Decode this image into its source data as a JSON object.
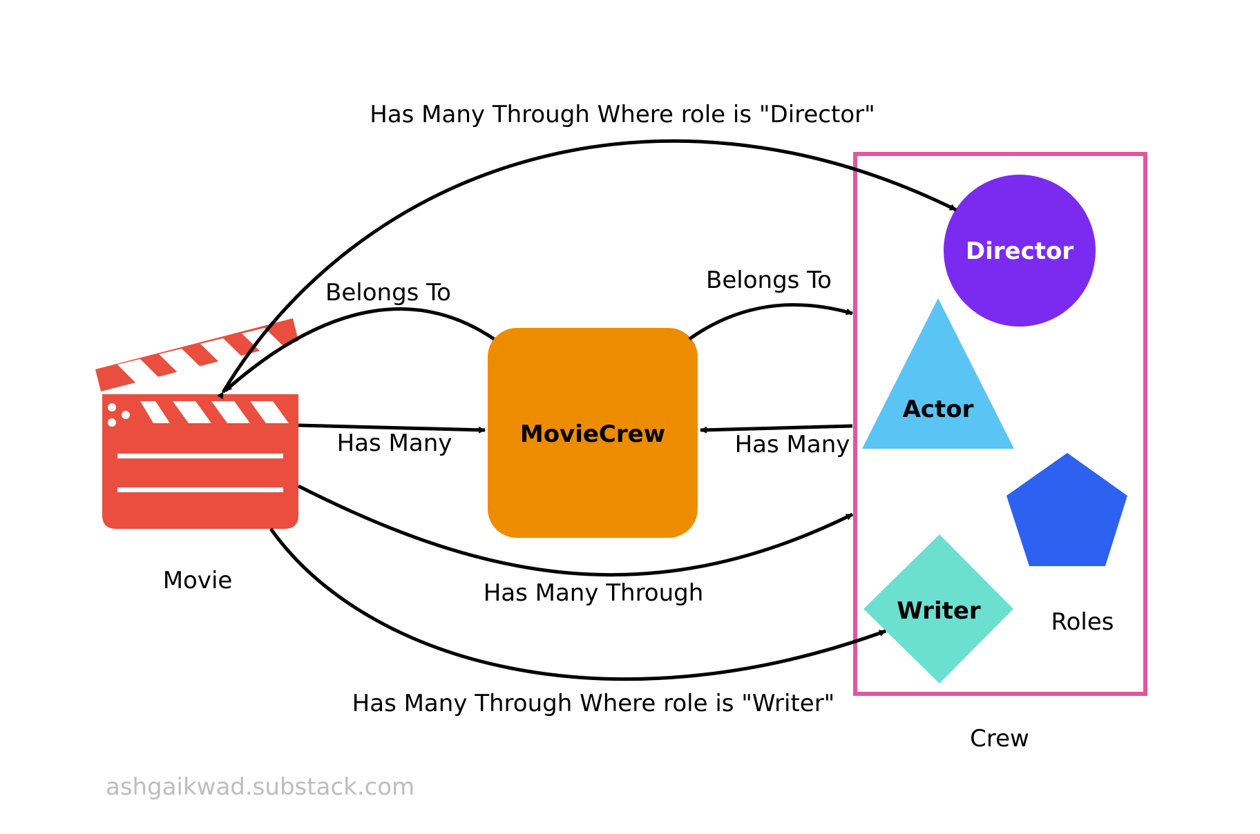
{
  "colors": {
    "movie": "#E94E3F",
    "moviecrew": "#EE8C00",
    "crew_border": "#E3569E",
    "director": "#7B2BF0",
    "actor": "#5AC4F4",
    "roles": "#2D62F1",
    "writer": "#6CE0D0",
    "watermark": "#BDBDBD",
    "edge": "#000000"
  },
  "nodes": {
    "movie": {
      "label": "Movie",
      "icon": "clapperboard-icon"
    },
    "moviecrew": {
      "label": "MovieCrew"
    },
    "crew": {
      "label": "Crew"
    },
    "director": {
      "label": "Director"
    },
    "actor": {
      "label": "Actor"
    },
    "roles": {
      "label": "Roles"
    },
    "writer": {
      "label": "Writer"
    }
  },
  "edges": {
    "director_through": "Has Many Through Where role is \"Director\"",
    "moviecrew_belongs_movie": "Belongs To",
    "moviecrew_belongs_crew": "Belongs To",
    "movie_has_many_moviecrew": "Has Many",
    "crew_has_many_moviecrew": "Has Many",
    "movie_has_many_through_crew": "Has Many Through",
    "writer_through": "Has Many Through Where role is \"Writer\""
  },
  "watermark": "ashgaikwad.substack.com"
}
